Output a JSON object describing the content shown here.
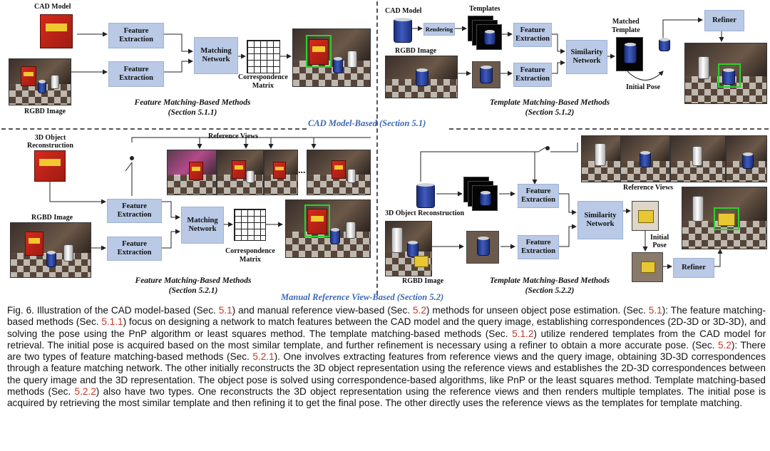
{
  "sections": {
    "cad_model_based": "CAD Model-Based (Section 5.1)",
    "manual_reference_view_based": "Manual Reference View-Based (Section 5.2)"
  },
  "q1": {
    "cad_model": "CAD Model",
    "rgbd_image": "RGBD Image",
    "feature_extraction_top": "Feature\nExtraction",
    "feature_extraction_bottom": "Feature\nExtraction",
    "matching_network": "Matching\nNetwork",
    "correspondence_matrix": "Correspondence\nMatrix",
    "caption": "Feature Matching-Based Methods",
    "caption_sub": "(Section 5.1.1)"
  },
  "q2": {
    "cad_model": "CAD Model",
    "rendering": "Rendering",
    "templates": "Templates",
    "rgbd_image": "RGBD Image",
    "feature_extraction_top": "Feature\nExtraction",
    "feature_extraction_bottom": "Feature\nExtraction",
    "similarity_network": "Similarity\nNetwork",
    "matched_template": "Matched\nTemplate",
    "refiner": "Refiner",
    "initial_pose": "Initial Pose",
    "caption": "Template Matching-Based Methods",
    "caption_sub": "(Section 5.1.2)"
  },
  "q3": {
    "object_reconstruction": "3D Object\nReconstruction",
    "reference_views": "Reference Views",
    "ellipsis": "...",
    "rgbd_image": "RGBD Image",
    "feature_extraction_top": "Feature\nExtraction",
    "feature_extraction_bottom": "Feature\nExtraction",
    "matching_network": "Matching\nNetwork",
    "correspondence_matrix": "Correspondence\nMatrix",
    "caption": "Feature Matching-Based Methods",
    "caption_sub": "(Section 5.2.1)"
  },
  "q4": {
    "object_reconstruction": "3D Object Reconstruction",
    "reference_views": "Reference Views",
    "rgbd_image": "RGBD Image",
    "feature_extraction_top": "Feature\nExtraction",
    "feature_extraction_bottom": "Feature\nExtraction",
    "similarity_network": "Similarity\nNetwork",
    "initial_pose": "Initial\nPose",
    "refiner": "Refiner",
    "caption": "Template Matching-Based Methods",
    "caption_sub": "(Section 5.2.2)"
  },
  "figure_caption": {
    "segments": [
      {
        "t": "Fig. 6. Illustration of the CAD model-based (Sec. "
      },
      {
        "t": "5.1",
        "ref": true
      },
      {
        "t": ") and manual reference view-based (Sec. "
      },
      {
        "t": "5.2",
        "ref": true
      },
      {
        "t": ") methods for unseen object pose estimation. (Sec. "
      },
      {
        "t": "5.1",
        "ref": true
      },
      {
        "t": "): The feature matching-based methods (Sec. "
      },
      {
        "t": "5.1.1",
        "ref": true
      },
      {
        "t": ") focus on designing a network to match features between the CAD model and the query image, establishing correspondences (2D-3D or 3D-3D), and solving the pose using the PnP algorithm or least squares method. The template matching-based methods (Sec. "
      },
      {
        "t": "5.1.2",
        "ref": true
      },
      {
        "t": ") utilize rendered templates from the CAD model for retrieval. The initial pose is acquired based on the most similar template, and further refinement is necessary using a refiner to obtain a more accurate pose. (Sec. "
      },
      {
        "t": "5.2",
        "ref": true
      },
      {
        "t": "): There are two types of feature matching-based methods (Sec. "
      },
      {
        "t": "5.2.1",
        "ref": true
      },
      {
        "t": "). One involves extracting features from reference views and the query image, obtaining 3D-3D correspondences through a feature matching network. The other initially reconstructs the 3D object representation using the reference views and establishes the 2D-3D correspondences between the query image and the 3D representation. The object pose is solved using correspondence-based algorithms, like PnP or the least squares method. Template matching-based methods (Sec. "
      },
      {
        "t": "5.2.2",
        "ref": true
      },
      {
        "t": ") also have two types. One reconstructs the 3D object representation using the reference views and then renders multiple templates. The initial pose is acquired by retrieving the most similar template and then refining it to get the final pose. The other directly uses the reference views as the templates for template matching."
      }
    ]
  },
  "colors": {
    "box_fill": "#b9c9e6",
    "section_label": "#3b68b8",
    "reference_link": "#c0392b",
    "pose_box": "#2bd12b"
  }
}
